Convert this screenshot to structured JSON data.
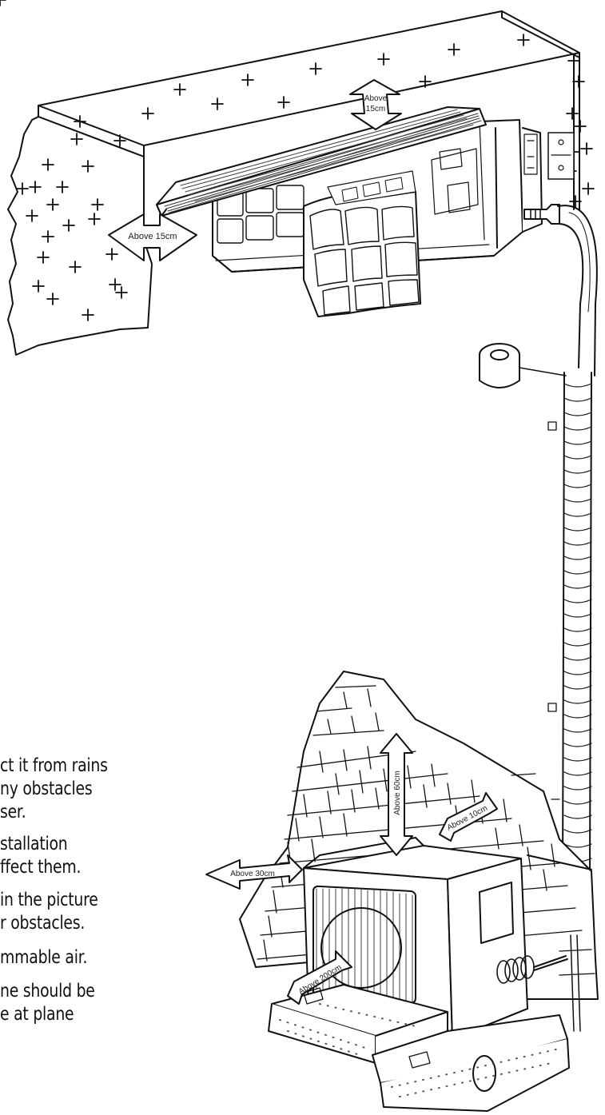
{
  "clearance_labels": {
    "top": [
      "Above",
      "15cm"
    ],
    "left": "Above 15cm",
    "outdoor_top": "Above 60cm",
    "outdoor_back": "Above 10cm",
    "outdoor_left": "Above 30cm",
    "outdoor_front": "Above 200cm"
  },
  "text_fragments": [
    "ct it from rains",
    "ny obstacles",
    "ser.",
    "stallation",
    "ffect them.",
    " in the picture",
    "r obstacles.",
    "mmable air.",
    "ne should be",
    "e at plane"
  ]
}
